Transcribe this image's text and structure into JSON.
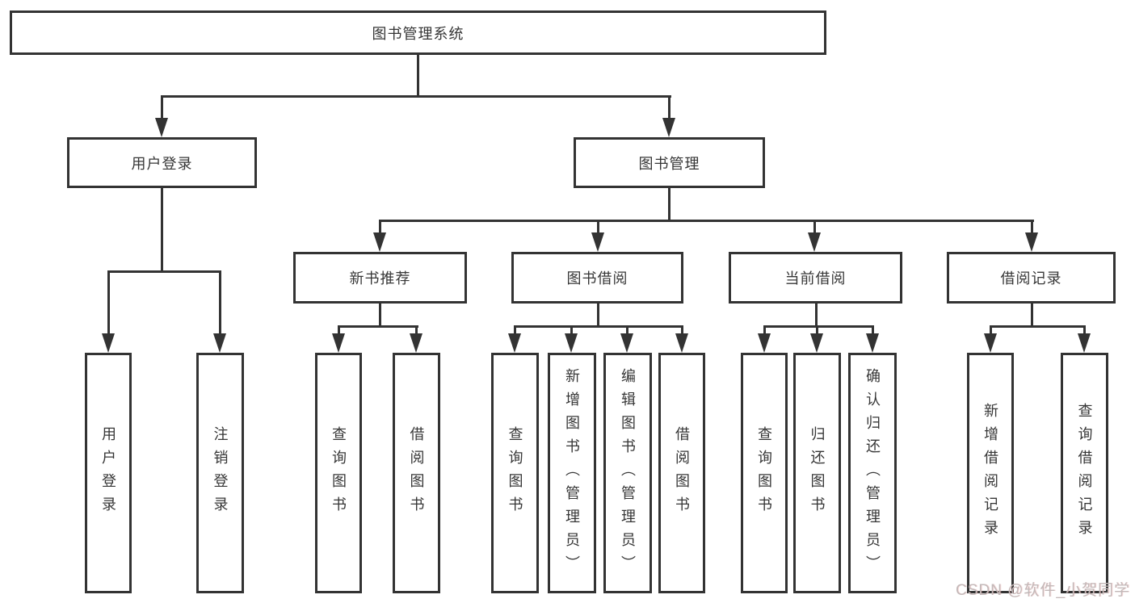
{
  "colors": {
    "line": "#333333",
    "box_border": "#333333",
    "text": "#363636",
    "background": "#ffffff",
    "watermark": "#c3b9b9"
  },
  "tree": {
    "root": {
      "label": "图书管理系统"
    },
    "branches": [
      {
        "label": "用户登录",
        "children": [
          {
            "label": "用户登录"
          },
          {
            "label": "注销登录"
          }
        ]
      },
      {
        "label": "图书管理",
        "children": [
          {
            "label": "新书推荐",
            "children": [
              {
                "label": "查询图书"
              },
              {
                "label": "借阅图书"
              }
            ]
          },
          {
            "label": "图书借阅",
            "children": [
              {
                "label": "查询图书"
              },
              {
                "label": "新增图书（管理员）"
              },
              {
                "label": "编辑图书（管理员）"
              },
              {
                "label": "借阅图书"
              }
            ]
          },
          {
            "label": "当前借阅",
            "children": [
              {
                "label": "查询图书"
              },
              {
                "label": "归还图书"
              },
              {
                "label": "确认归还（管理员）"
              }
            ]
          },
          {
            "label": "借阅记录",
            "children": [
              {
                "label": "新增借阅记录"
              },
              {
                "label": "查询借阅记录"
              }
            ]
          }
        ]
      }
    ]
  },
  "watermark": {
    "text": "CSDN @软件_小贺同学"
  }
}
